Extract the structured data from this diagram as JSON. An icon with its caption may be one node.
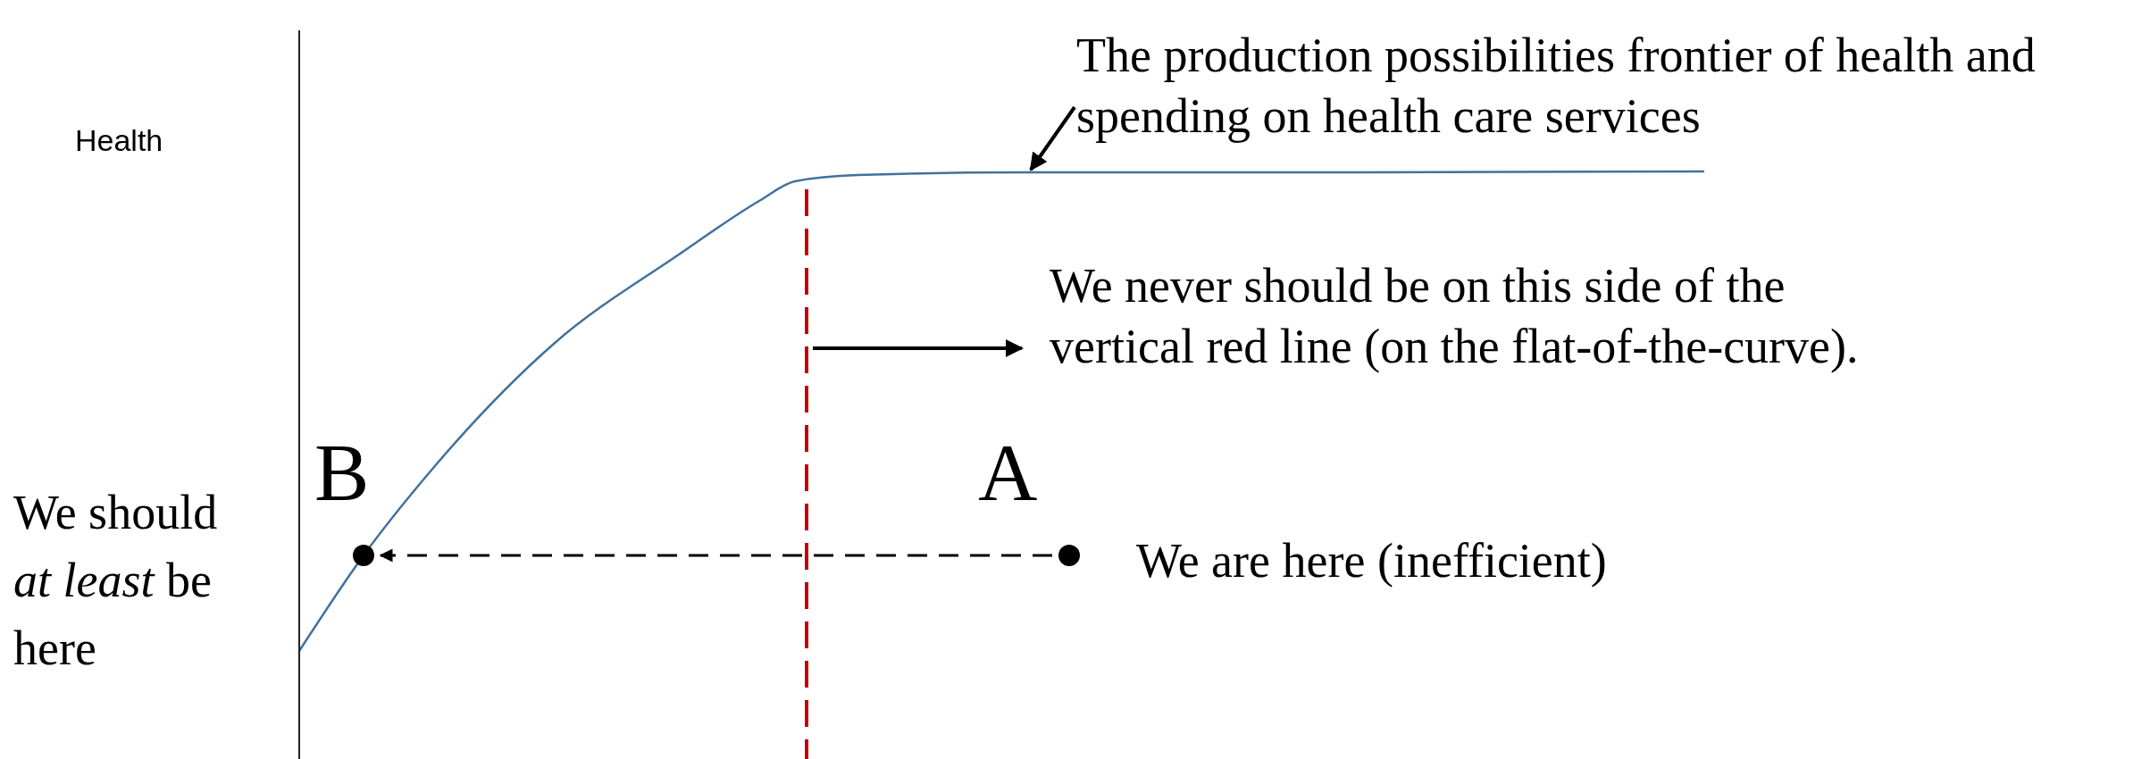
{
  "diagram": {
    "nodes": [
      {
        "text": [
          "The production possibilities frontier of health and spending on health care services"
        ]
      },
      {
        "text": [
          "We never should be on this side of the vertical red line (on the flat-of-the-curve)."
        ]
      },
      {
        "text": [],
        "shape": "circle",
        "beside": [
          "B",
          "We should *at least* be here"
        ]
      },
      {
        "text": [],
        "shape": "circle",
        "beside": [
          "A",
          "We are here (inefficient)"
        ]
      }
    ],
    "edges": [
      {
        "from": 0,
        "to": null,
        "arrow": "to"
      },
      {
        "from": 3,
        "to": 2,
        "arrow": "to",
        "style": "dashed"
      }
    ],
    "labels": [
      "Health"
    ]
  }
}
